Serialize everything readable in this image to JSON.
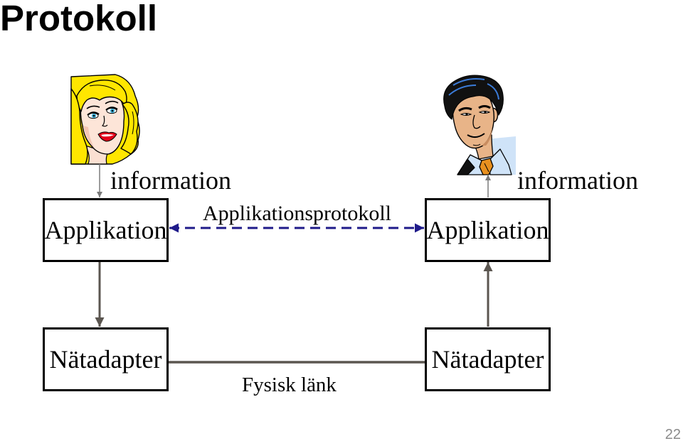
{
  "slide": {
    "title": "Protokoll",
    "page_number": "22"
  },
  "diagram": {
    "left": {
      "information": "information",
      "application": "Applikation",
      "adapter": "Nätadapter"
    },
    "right": {
      "information": "information",
      "application": "Applikation",
      "adapter": "Nätadapter"
    },
    "protocol_label": "Applikationsprotokoll",
    "link_label": "Fysisk länk"
  },
  "icons": {
    "left_person": "woman-portrait-icon",
    "right_person": "man-portrait-icon"
  },
  "colors": {
    "protocol_line": "#1f1b8a",
    "link_line": "#5b5650",
    "info_arrow": "#7a7a7a"
  }
}
